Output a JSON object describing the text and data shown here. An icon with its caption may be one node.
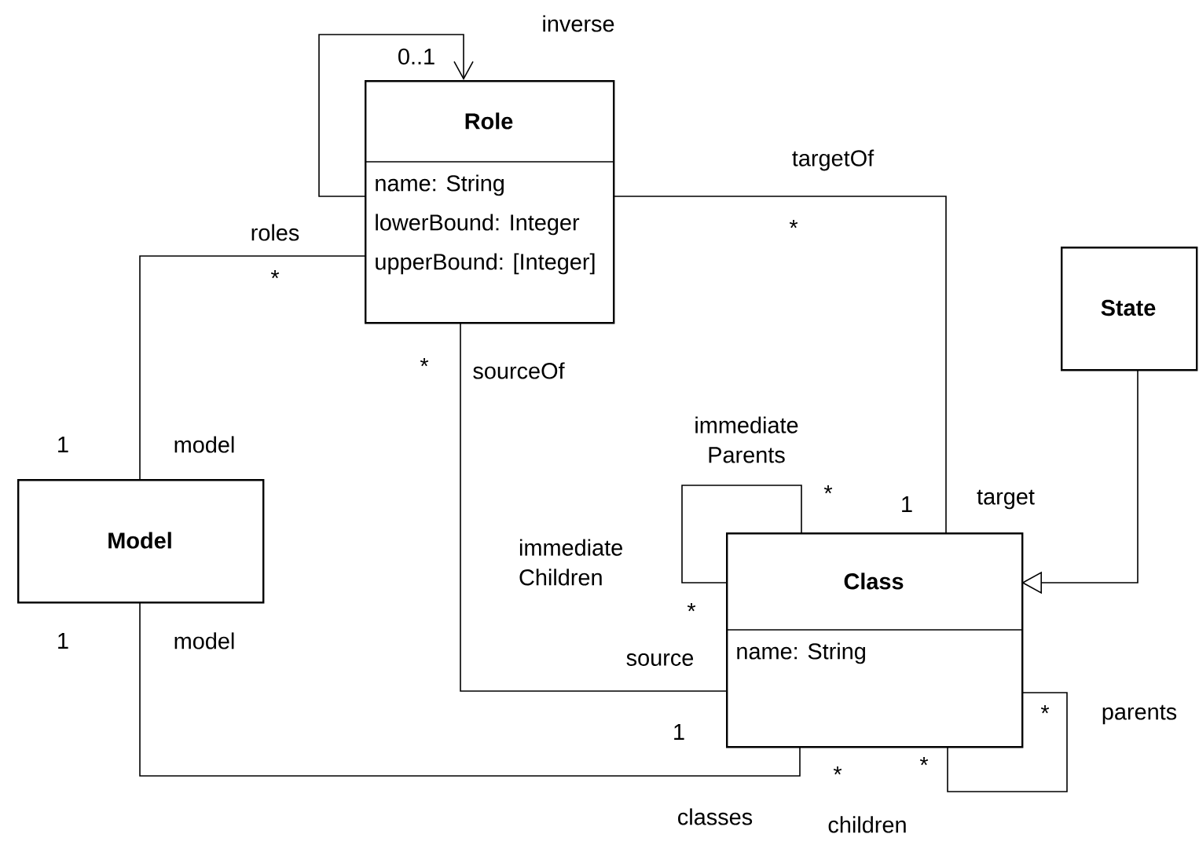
{
  "diagram": {
    "nodes": [
      {
        "text": [
          "Role",
          "name: String",
          "lowerBound: Integer",
          "upperBound: [Integer]"
        ]
      },
      {
        "text": [
          "State"
        ]
      },
      {
        "text": [
          "Model"
        ]
      },
      {
        "text": [
          "Class",
          "name: String"
        ]
      }
    ],
    "edges": [
      {
        "from": 0,
        "to": 0,
        "arrow": "to"
      },
      {
        "from": 2,
        "to": 0,
        "arrow": "none"
      },
      {
        "from": 0,
        "to": 3,
        "arrow": "none"
      },
      {
        "from": 0,
        "to": 3,
        "arrow": "none"
      },
      {
        "from": 3,
        "to": 3,
        "arrow": "none"
      },
      {
        "from": 3,
        "to": 3,
        "arrow": "none"
      },
      {
        "from": 2,
        "to": 3,
        "arrow": "none"
      },
      {
        "from": 1,
        "to": 3,
        "arrow": "to"
      }
    ],
    "labels": [
      "inverse",
      "0..1",
      "targetOf",
      "*",
      "roles",
      "*",
      "*",
      "sourceOf",
      "immediate Parents",
      "1",
      "model",
      "*",
      "1",
      "target",
      "immediate Children",
      "*",
      "1",
      "model",
      "source",
      "*",
      "parents",
      "1",
      "*",
      "*",
      "classes",
      "children"
    ]
  }
}
